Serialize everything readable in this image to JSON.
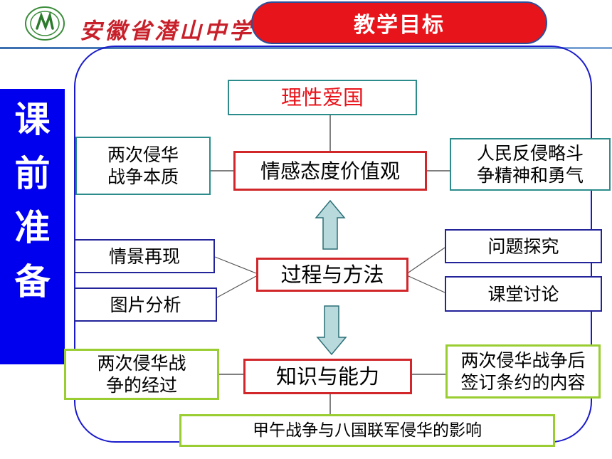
{
  "header": {
    "school_name": "安徽省潜山中学",
    "title": "教学目标"
  },
  "banner": {
    "chars": [
      "课",
      "前",
      "准",
      "备"
    ]
  },
  "diagram": {
    "top_goal": "理性爱国",
    "emotion": {
      "center": "情感态度价值观",
      "left": [
        "两次侵华",
        "战争本质"
      ],
      "right": [
        "人民反侵略斗",
        "争精神和勇气"
      ]
    },
    "process": {
      "center": "过程与方法",
      "left_top": "情景再现",
      "left_bottom": "图片分析",
      "right_top": "问题探究",
      "right_bottom": "课堂讨论"
    },
    "knowledge": {
      "center": "知识与能力",
      "left": [
        "两次侵华战",
        "争的经过"
      ],
      "right": [
        "两次侵华战争后",
        "签订条约的内容"
      ],
      "bottom": "甲午战争与八国联军侵华的影响"
    }
  },
  "colors": {
    "accent_red": "#e8141b",
    "banner_blue": "#0000ee",
    "teal_border": "#2c8c8c",
    "red_border": "#d1262a",
    "navy_border": "#23239a",
    "green_border": "#9acd32",
    "arrow_fill": "#b9dadd"
  }
}
